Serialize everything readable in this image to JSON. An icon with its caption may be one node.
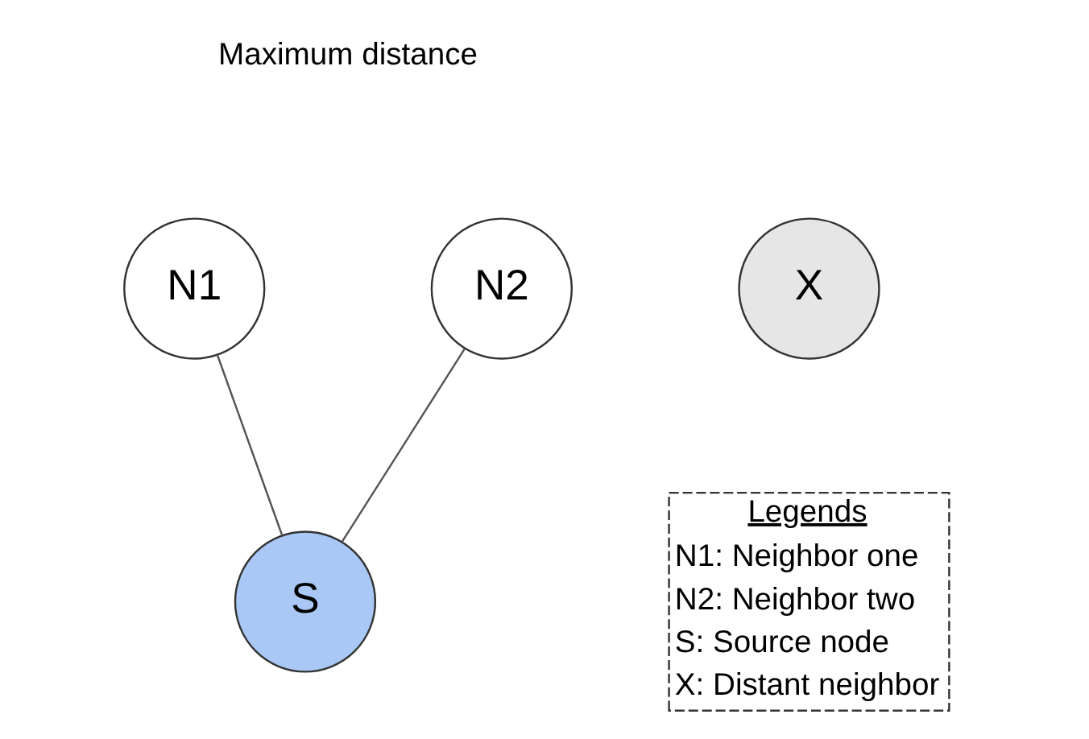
{
  "diagram": {
    "nodes": [
      {
        "text": [
          "N1"
        ]
      },
      {
        "text": [
          "N2"
        ]
      },
      {
        "text": [
          "X"
        ]
      },
      {
        "text": [
          "S"
        ]
      }
    ],
    "edges": [
      {
        "from": 0,
        "to": 3,
        "arrow": "none"
      },
      {
        "from": 1,
        "to": 3,
        "arrow": "none"
      }
    ],
    "labels": [
      "Maximum distance",
      "Legends"
    ],
    "legend": [
      {
        "text": "N1: Neighbor one"
      },
      {
        "text": "N2: Neighbor two"
      },
      {
        "text": "S: Source node"
      },
      {
        "text": "X: Distant neighbor"
      }
    ]
  }
}
